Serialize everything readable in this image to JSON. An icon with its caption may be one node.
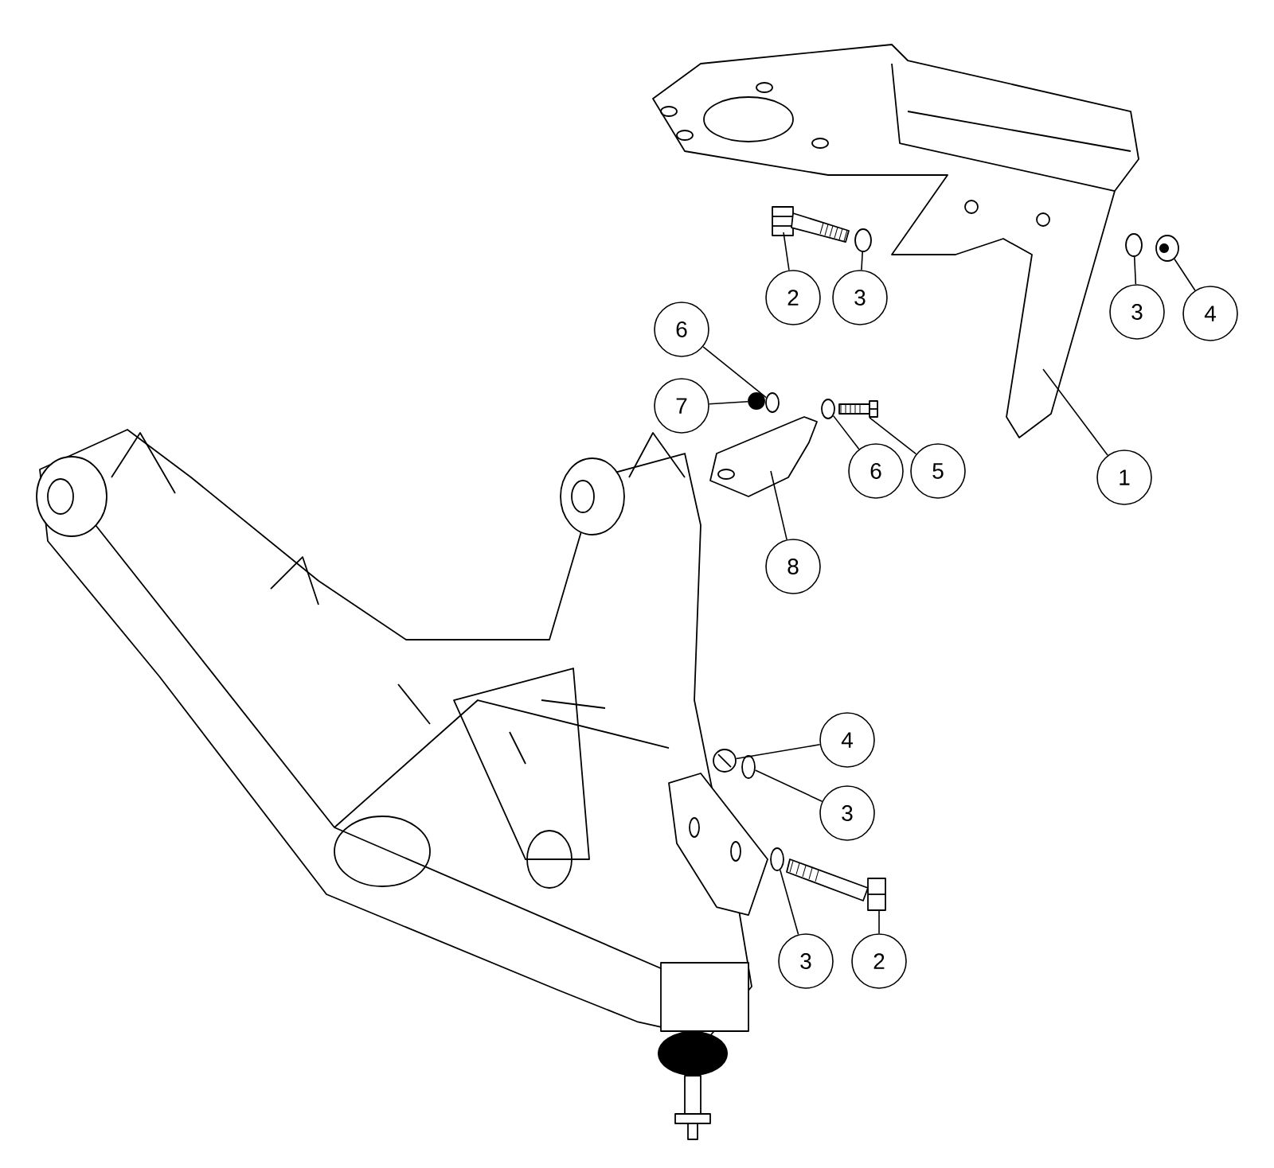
{
  "diagram": {
    "nodes": [
      {
        "text": [
          "1"
        ]
      },
      {
        "text": [
          "2"
        ]
      },
      {
        "text": [
          "3"
        ]
      },
      {
        "text": [
          "3"
        ]
      },
      {
        "text": [
          "4"
        ]
      },
      {
        "text": [
          "6"
        ]
      },
      {
        "text": [
          "7"
        ]
      },
      {
        "text": [
          "6"
        ]
      },
      {
        "text": [
          "5"
        ]
      },
      {
        "text": [
          "8"
        ]
      },
      {
        "text": [
          "4"
        ]
      },
      {
        "text": [
          "3"
        ]
      },
      {
        "text": [
          "3"
        ]
      },
      {
        "text": [
          "2"
        ]
      },
      {
        "text": [],
        "shape": "picture"
      },
      {
        "text": [],
        "shape": "picture"
      },
      {
        "text": [],
        "shape": "circle"
      },
      {
        "text": [],
        "shape": "circle"
      },
      {
        "text": [],
        "shape": "circle"
      },
      {
        "text": [],
        "shape": "circle"
      },
      {
        "text": [],
        "shape": "circle"
      },
      {
        "text": [],
        "shape": "picture"
      },
      {
        "text": [],
        "shape": "circle"
      },
      {
        "text": [],
        "shape": "picture"
      },
      {
        "text": [],
        "shape": "circle"
      },
      {
        "text": [],
        "shape": "circle"
      },
      {
        "text": [],
        "shape": "circle"
      },
      {
        "text": [],
        "shape": "picture"
      }
    ],
    "edges": [
      {
        "from": 0,
        "to": 14,
        "arrow": "none"
      },
      {
        "from": 1,
        "to": 15,
        "arrow": "none"
      },
      {
        "from": 2,
        "to": 16,
        "arrow": "none"
      },
      {
        "from": 3,
        "to": 17,
        "arrow": "none"
      },
      {
        "from": 4,
        "to": 18,
        "arrow": "none"
      },
      {
        "from": 5,
        "to": 20,
        "arrow": "none"
      },
      {
        "from": 6,
        "to": 19,
        "arrow": "none"
      },
      {
        "from": 7,
        "to": 22,
        "arrow": "none"
      },
      {
        "from": 8,
        "to": 23,
        "arrow": "none"
      },
      {
        "from": 9,
        "to": 21,
        "arrow": "none"
      },
      {
        "from": 10,
        "to": 24,
        "arrow": "none"
      },
      {
        "from": 11,
        "to": 25,
        "arrow": "none"
      },
      {
        "from": 12,
        "to": 26,
        "arrow": "none"
      },
      {
        "from": 13,
        "to": 27,
        "arrow": "none"
      }
    ]
  }
}
